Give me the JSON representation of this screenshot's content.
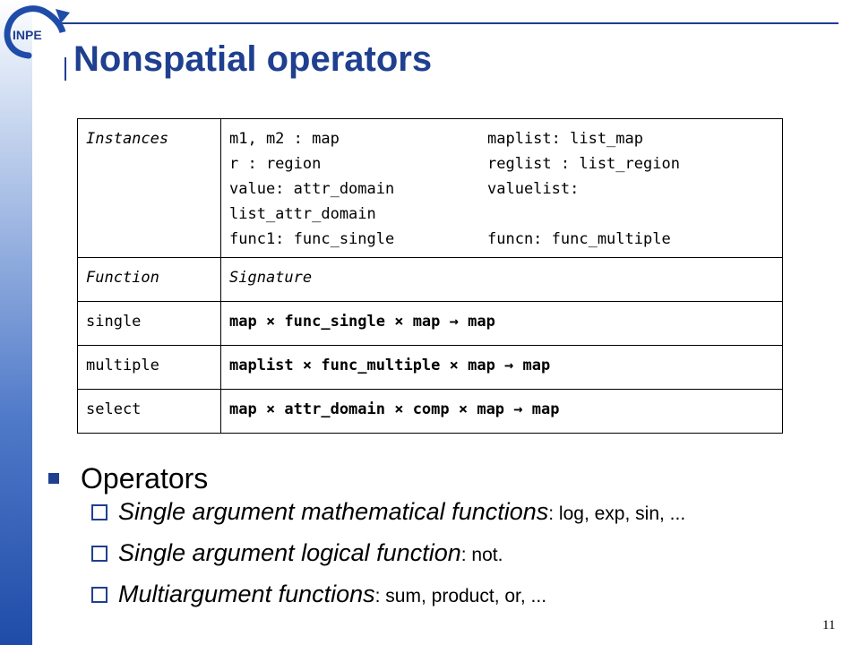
{
  "logo": {
    "text": "INPE"
  },
  "title": "Nonspatial operators",
  "table": {
    "instances": {
      "header": "Instances",
      "col_a": [
        "m1, m2 : map",
        "r : region",
        "value: attr_domain"
      ],
      "col_b": [
        "maplist: list_map",
        "reglist : list_region",
        "valuelist:"
      ],
      "wrap": "list_attr_domain",
      "func_a": "func1: func_single",
      "func_b": "funcn: func_multiple"
    },
    "header": {
      "col1": "Function",
      "col2": "Signature"
    },
    "rows": [
      {
        "name": "single",
        "signature": "map × func_single × map → map"
      },
      {
        "name": "multiple",
        "signature": "maplist × func_multiple × map → map"
      },
      {
        "name": "select",
        "signature": "map × attr_domain × comp × map → map"
      }
    ]
  },
  "bullets": {
    "heading": "Operators",
    "items": [
      {
        "em": "Single argument mathematical functions",
        "rest": ": log, exp, sin, ..."
      },
      {
        "em": "Single argument logical function",
        "rest": ":  not."
      },
      {
        "em": "Multiargument functions",
        "rest": ": sum, product, or, ..."
      }
    ]
  },
  "page_number": "11",
  "colors": {
    "accent": "#1f3f8f"
  }
}
